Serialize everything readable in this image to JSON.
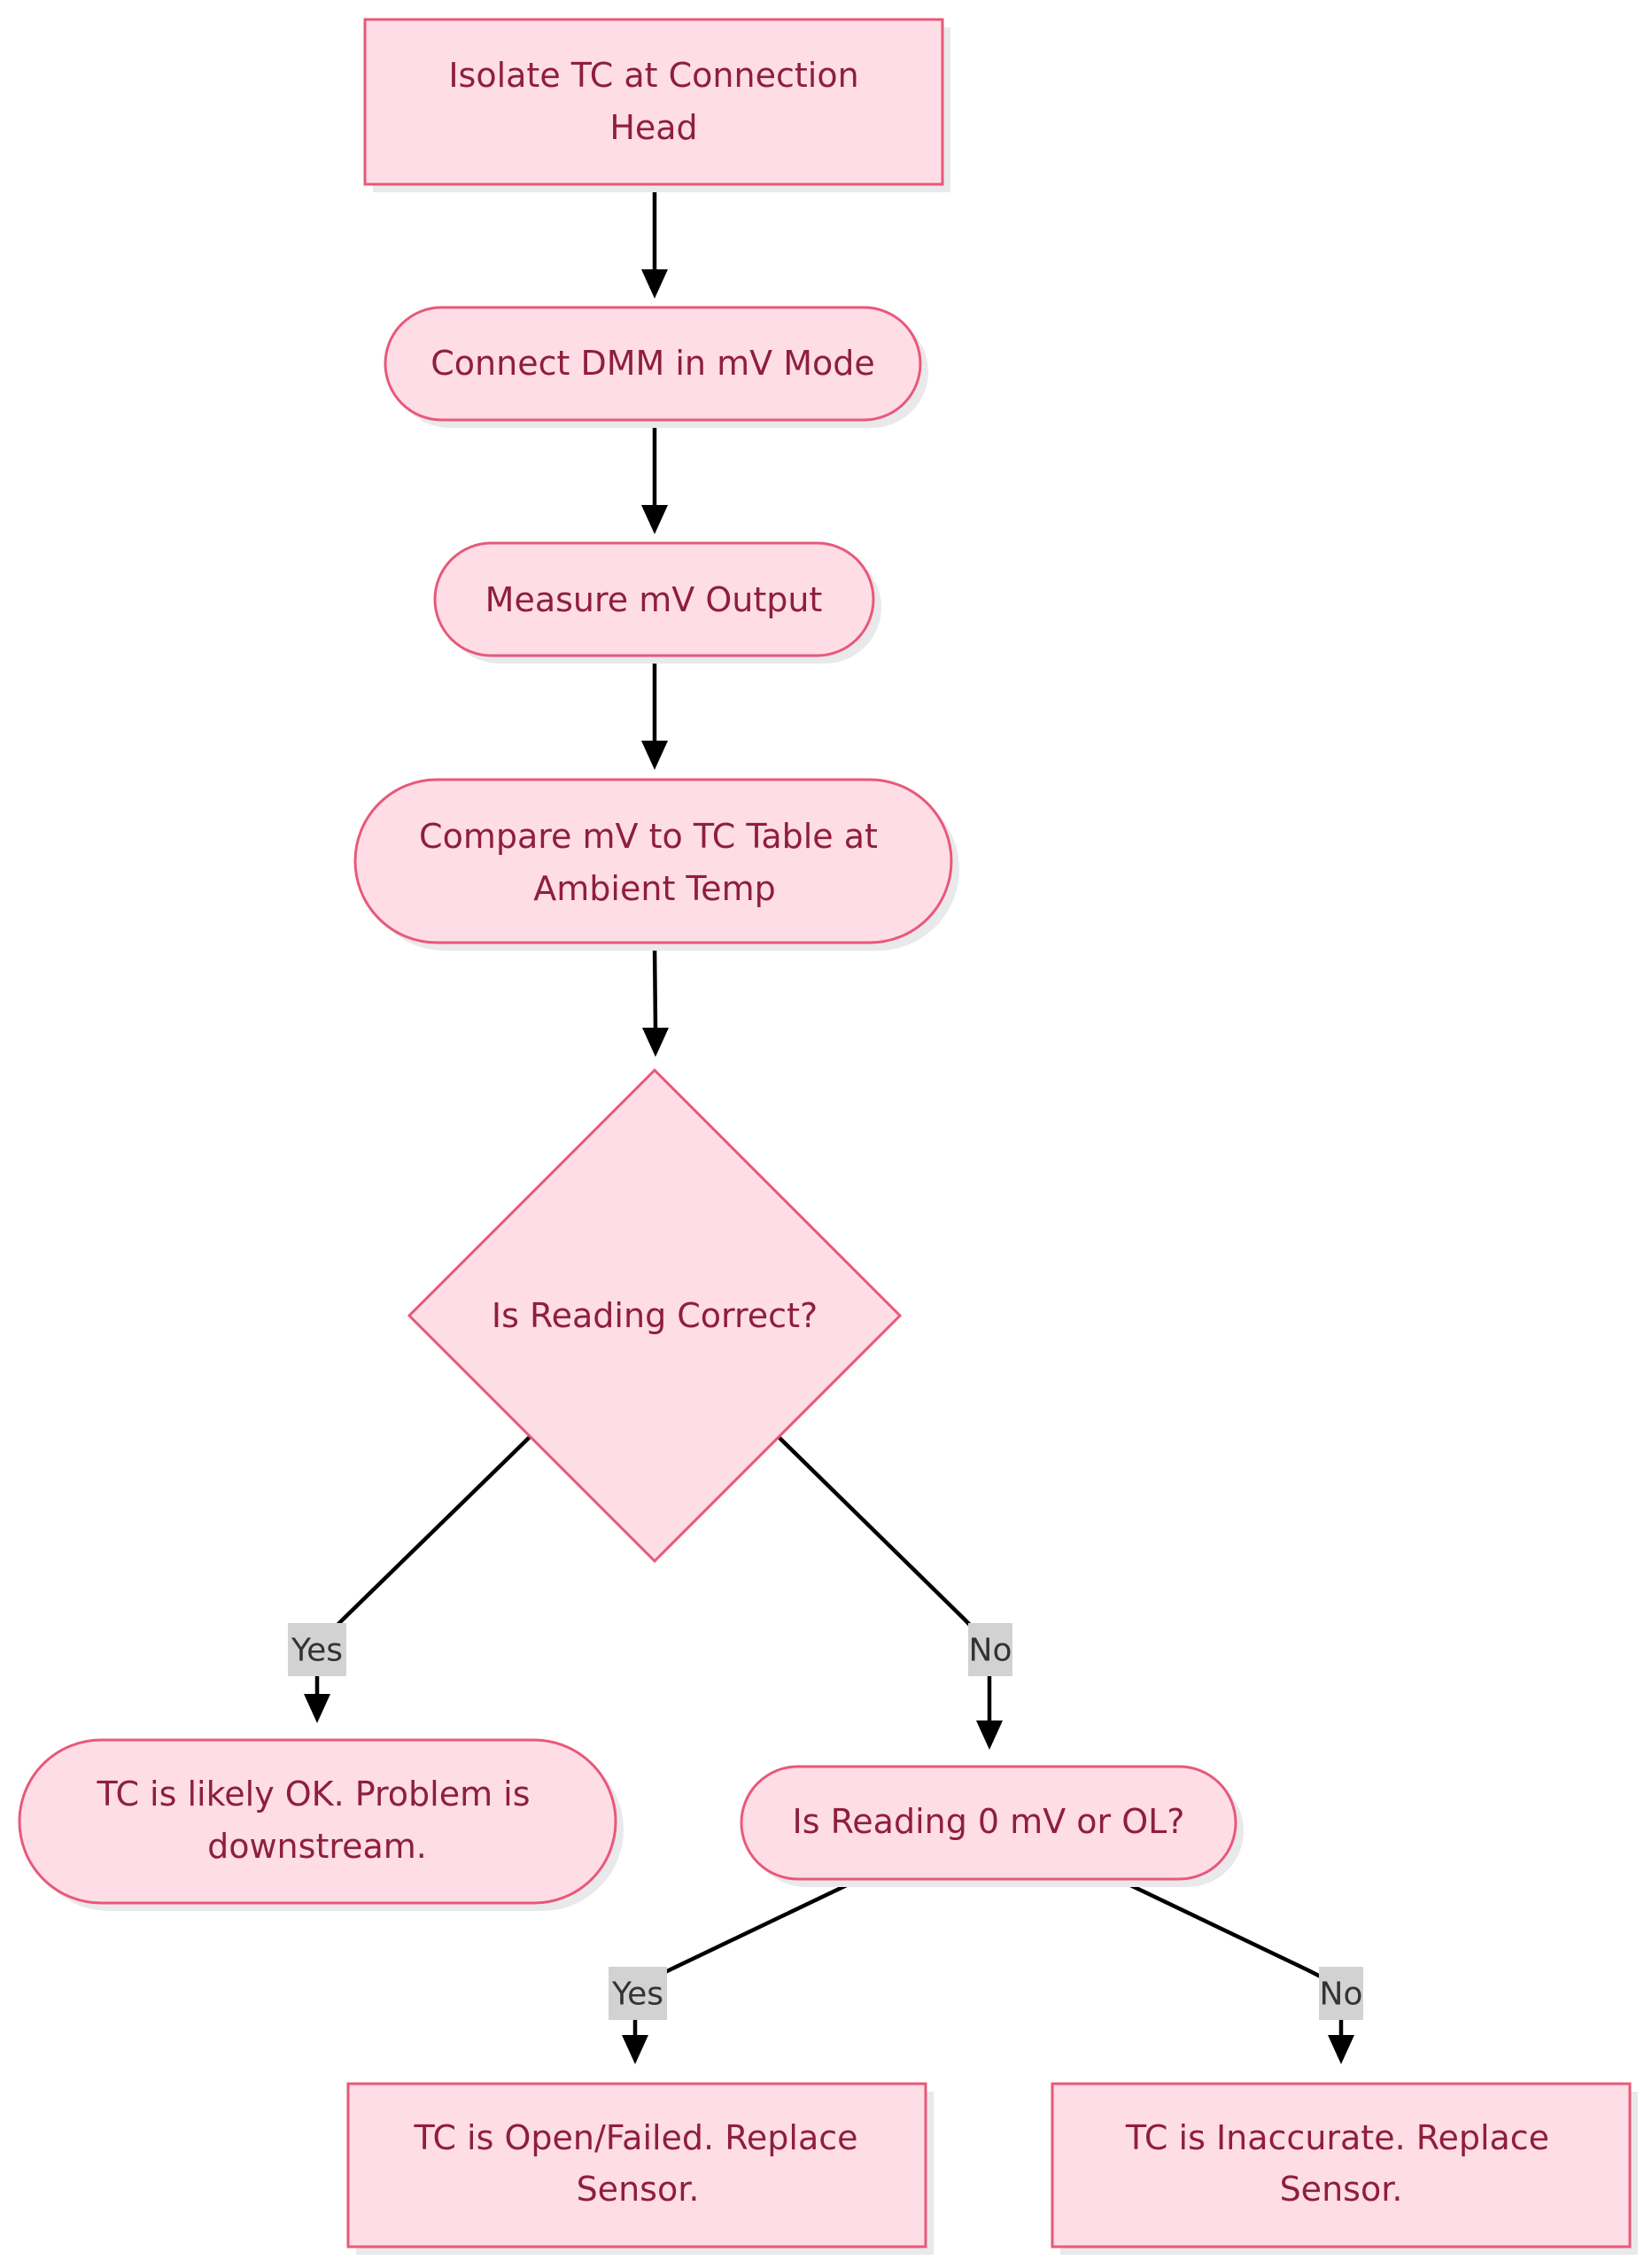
{
  "nodes": {
    "isolate": {
      "lines": [
        "Isolate TC at Connection",
        "Head"
      ]
    },
    "connect": {
      "lines": [
        "Connect DMM in mV Mode"
      ]
    },
    "measure": {
      "lines": [
        "Measure mV Output"
      ]
    },
    "compare": {
      "lines": [
        "Compare mV to TC Table at",
        "Ambient Temp"
      ]
    },
    "decision1": {
      "lines": [
        "Is Reading Correct?"
      ]
    },
    "tc_ok": {
      "lines": [
        "TC is likely OK. Problem is",
        "downstream."
      ]
    },
    "decision2": {
      "lines": [
        "Is Reading 0 mV or OL?"
      ]
    },
    "open_failed": {
      "lines": [
        "TC is Open/Failed. Replace",
        "Sensor."
      ]
    },
    "inaccurate": {
      "lines": [
        "TC is Inaccurate. Replace",
        "Sensor."
      ]
    }
  },
  "edges": {
    "d1_yes": "Yes",
    "d1_no": "No",
    "d2_yes": "Yes",
    "d2_no": "No"
  },
  "colors": {
    "node_fill": "#ffdde6",
    "node_stroke": "#e8587a",
    "node_text": "#8e1f3c",
    "edge": "#000000",
    "label_bg": "#d2d2d2"
  }
}
